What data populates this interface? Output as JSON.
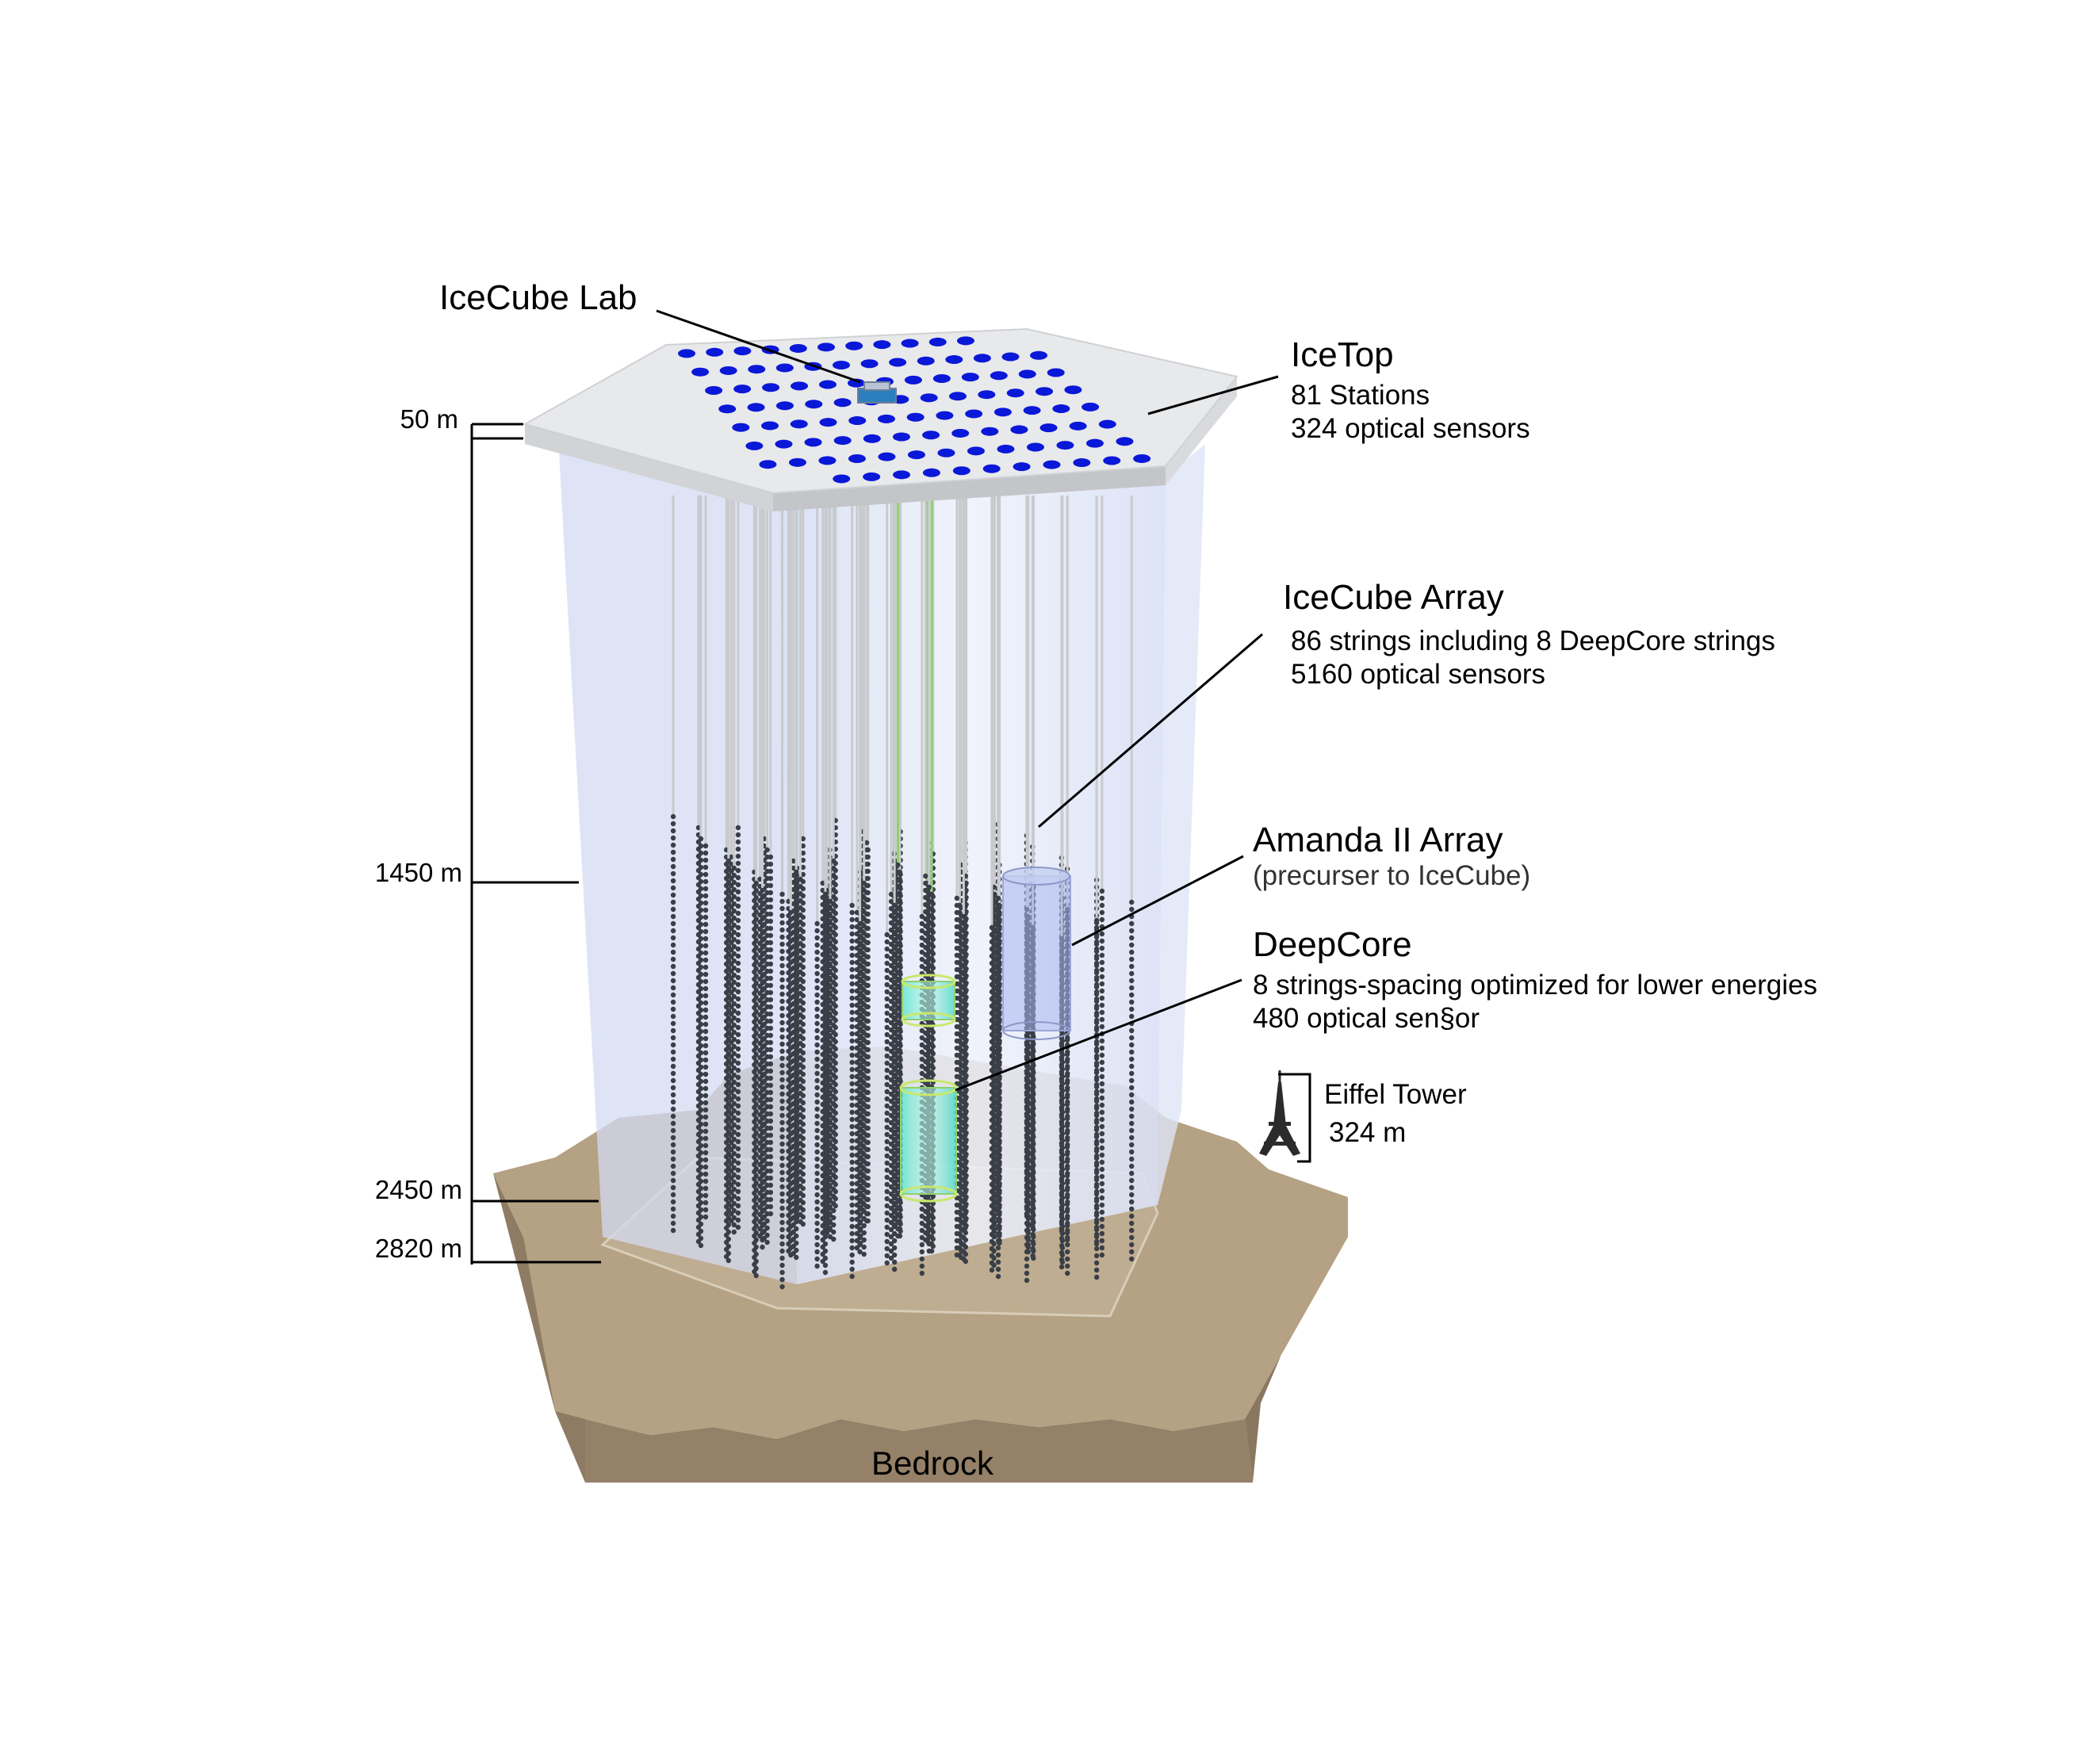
{
  "labels": {
    "icecube_lab": "IceCube Lab",
    "icetop": {
      "title": "IceTop",
      "line1": "81 Stations",
      "line2": "324 optical sensors"
    },
    "icecube_array": {
      "title": "IceCube Array",
      "line1": "86 strings including 8 DeepCore strings",
      "line2": "5160 optical sensors"
    },
    "amanda": {
      "title": "Amanda II Array",
      "subtitle": "(precurser to IceCube)"
    },
    "deepcore": {
      "title": "DeepCore",
      "line1": "8 strings-spacing optimized for lower energies",
      "line2": "480 optical sen§or"
    },
    "eiffel": {
      "title": "Eiffel Tower",
      "height": "324 m"
    },
    "bedrock": "Bedrock"
  },
  "depths": [
    "50 m",
    "1450 m",
    "2450 m",
    "2820 m"
  ],
  "colors": {
    "ice_volume": "#e4eaf8",
    "surface_top": "#e8e9eb",
    "surface_side": "#cfd0d3",
    "icetop_station": "#0a18d8",
    "string_line": "#c8cacd",
    "deepcore_string": "#8fd06e",
    "sensor": "#3a3f47",
    "bedrock_top": "#b5a183",
    "bedrock_side": "#8e7b63",
    "deepcore_cylinder": "#5fe0c8",
    "amanda_cylinder": "#a8b6ee"
  }
}
